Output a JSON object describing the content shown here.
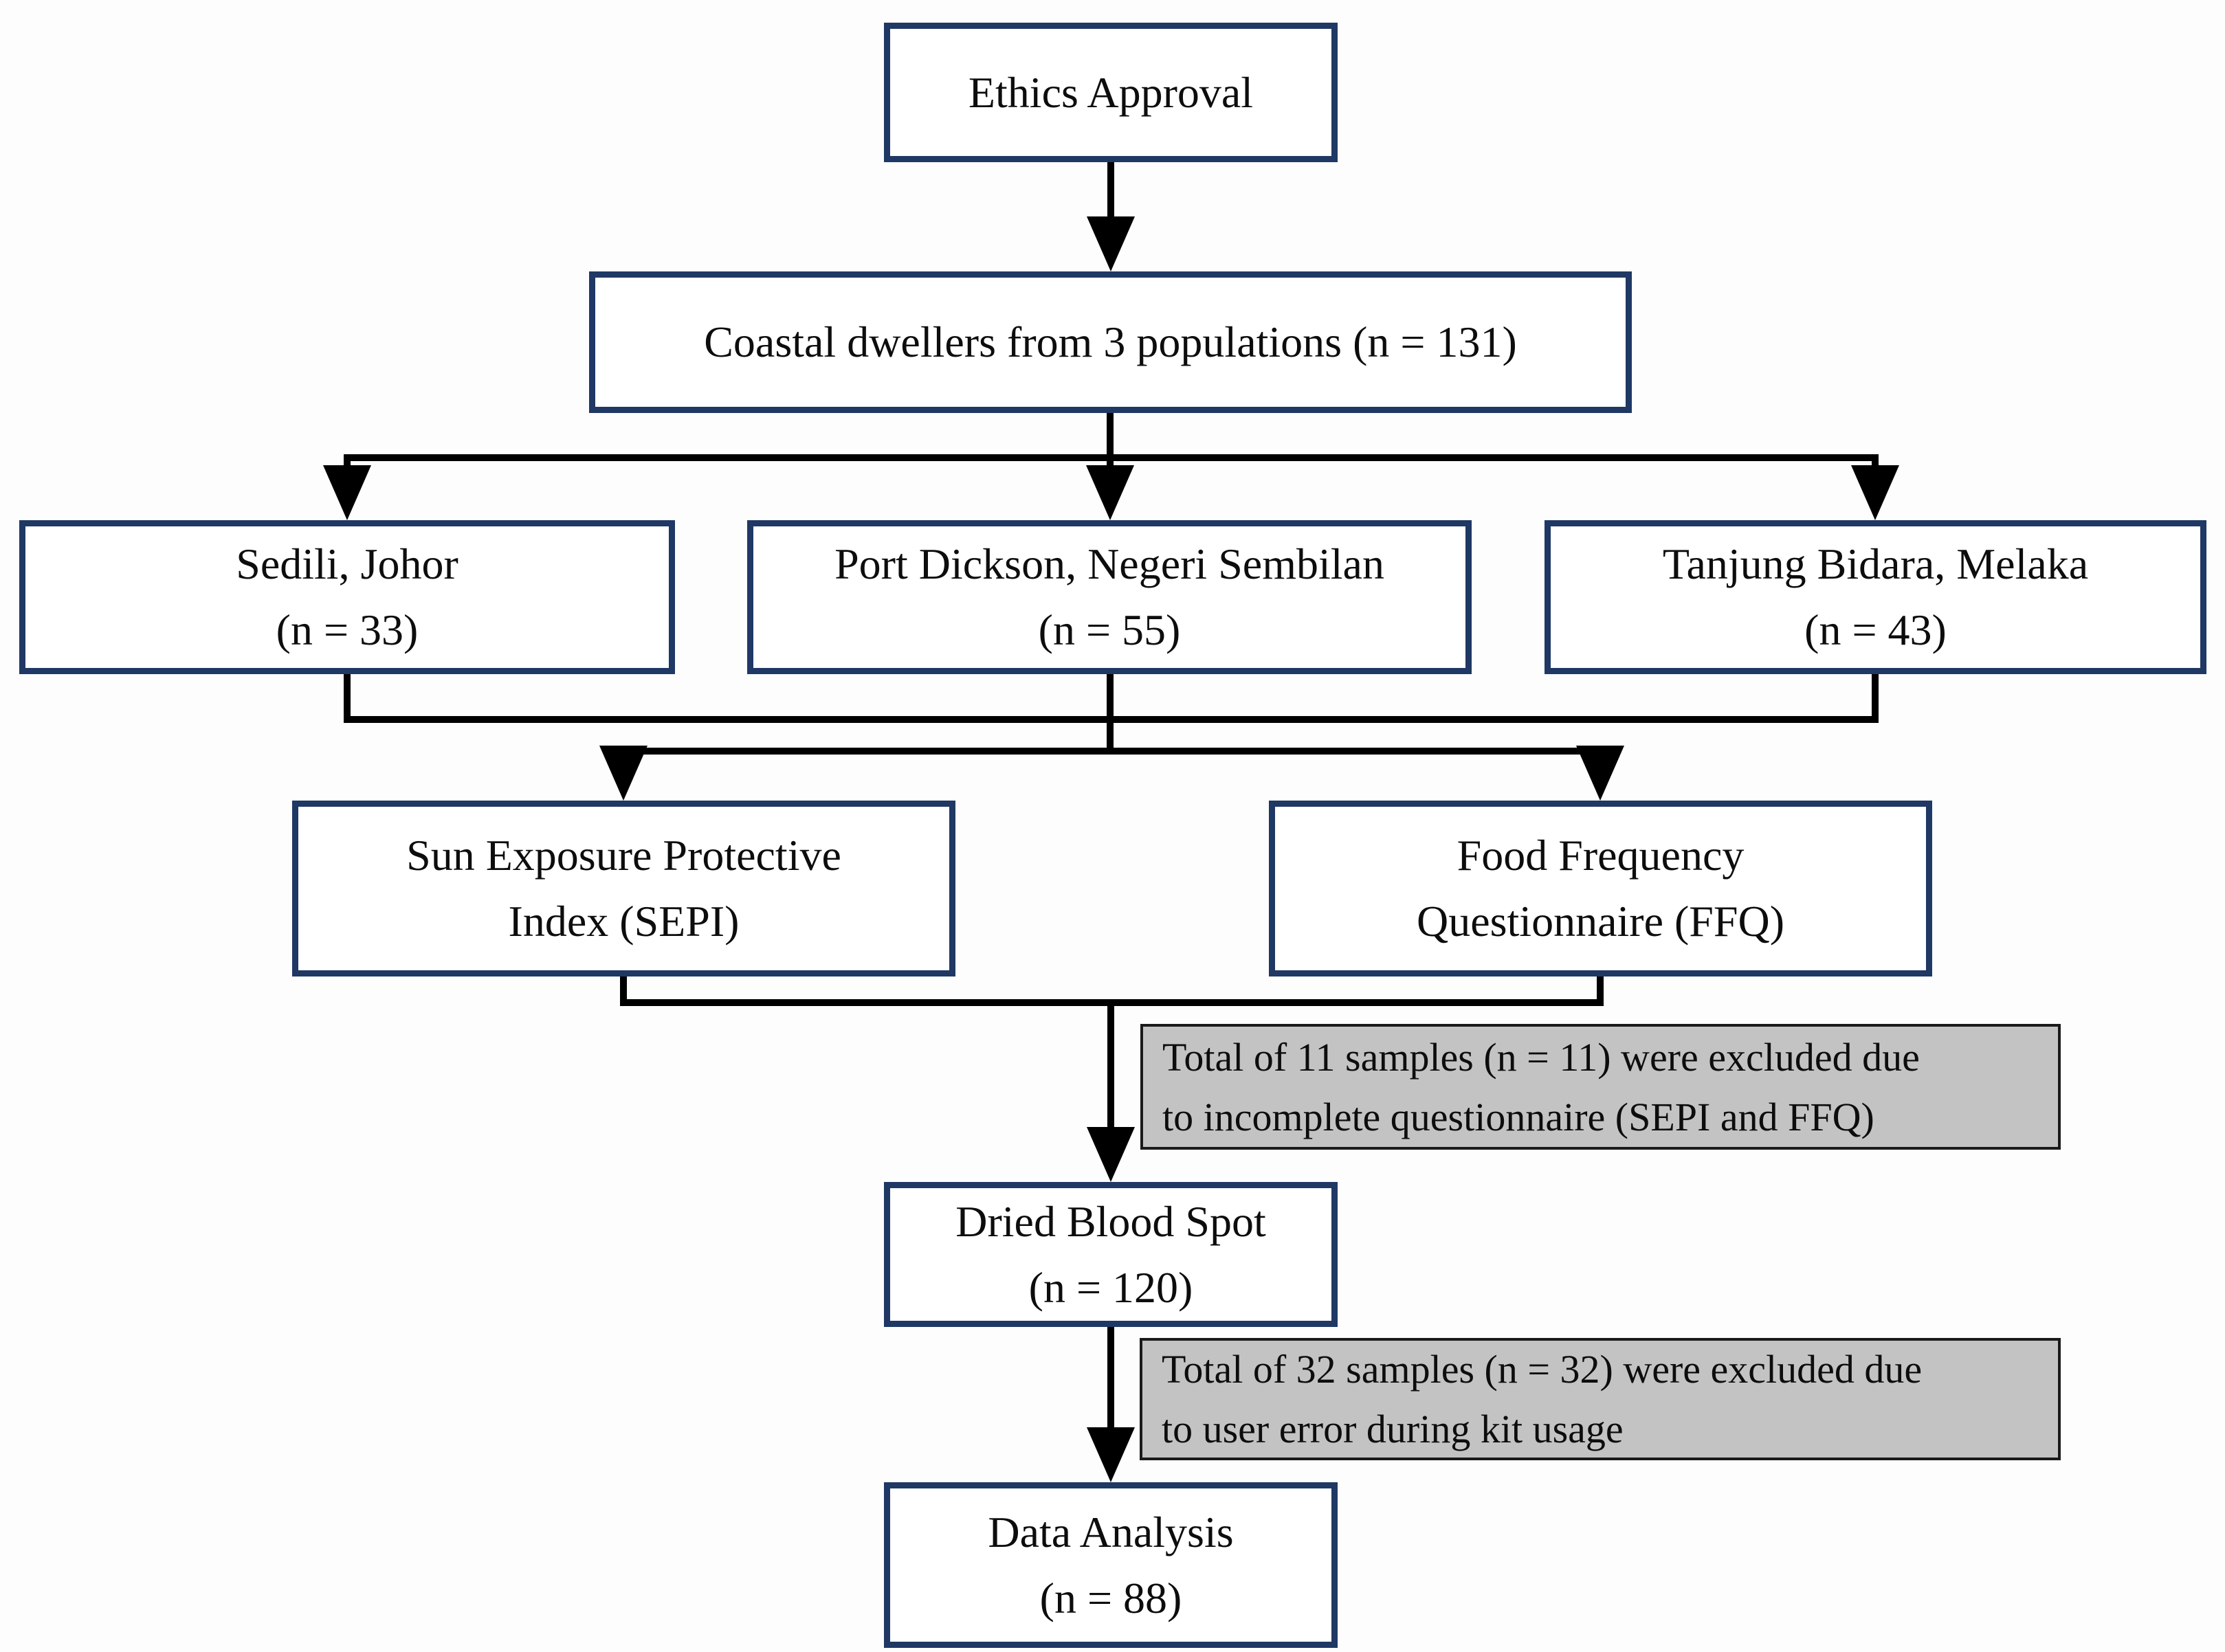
{
  "diagram": {
    "type": "flowchart",
    "description": "Study participant recruitment and exclusion flow diagram",
    "colors": {
      "node_border": "#1F3864",
      "node_fill": "#FFFFFF",
      "exclusion_fill": "#C3C3C3",
      "exclusion_border": "#1A1A1A",
      "connector": "#000000",
      "text": "#0D0D0D",
      "background": "#FDFDFD"
    },
    "nodes": {
      "ethics": {
        "lines": [
          "Ethics Approval"
        ]
      },
      "coastal": {
        "lines": [
          "Coastal dwellers from 3 populations (n = 131)"
        ]
      },
      "sedili": {
        "lines": [
          "Sedili, Johor",
          "(n = 33)"
        ]
      },
      "port_dickson": {
        "lines": [
          "Port Dickson, Negeri Sembilan",
          "(n = 55)"
        ]
      },
      "tanjung_bidara": {
        "lines": [
          "Tanjung Bidara, Melaka",
          "(n = 43)"
        ]
      },
      "sepi": {
        "lines": [
          "Sun Exposure Protective",
          "Index (SEPI)"
        ]
      },
      "ffq": {
        "lines": [
          "Food Frequency",
          "Questionnaire (FFQ)"
        ]
      },
      "dried_blood_spot": {
        "lines": [
          "Dried Blood Spot",
          "(n = 120)"
        ]
      },
      "data_analysis": {
        "lines": [
          "Data Analysis",
          "(n = 88)"
        ]
      }
    },
    "exclusions": {
      "excluded_1": {
        "lines": [
          "Total of 11 samples (n = 11) were excluded due",
          "to incomplete questionnaire (SEPI and FFQ)"
        ]
      },
      "excluded_2": {
        "lines": [
          "Total of 32 samples (n = 32) were excluded due",
          "to user error during kit usage"
        ]
      }
    },
    "counts": {
      "total": 131,
      "sedili": 33,
      "port_dickson": 55,
      "tanjung_bidara": 43,
      "excluded_questionnaire": 11,
      "dried_blood_spot": 120,
      "excluded_kit_error": 32,
      "data_analysis": 88
    }
  }
}
